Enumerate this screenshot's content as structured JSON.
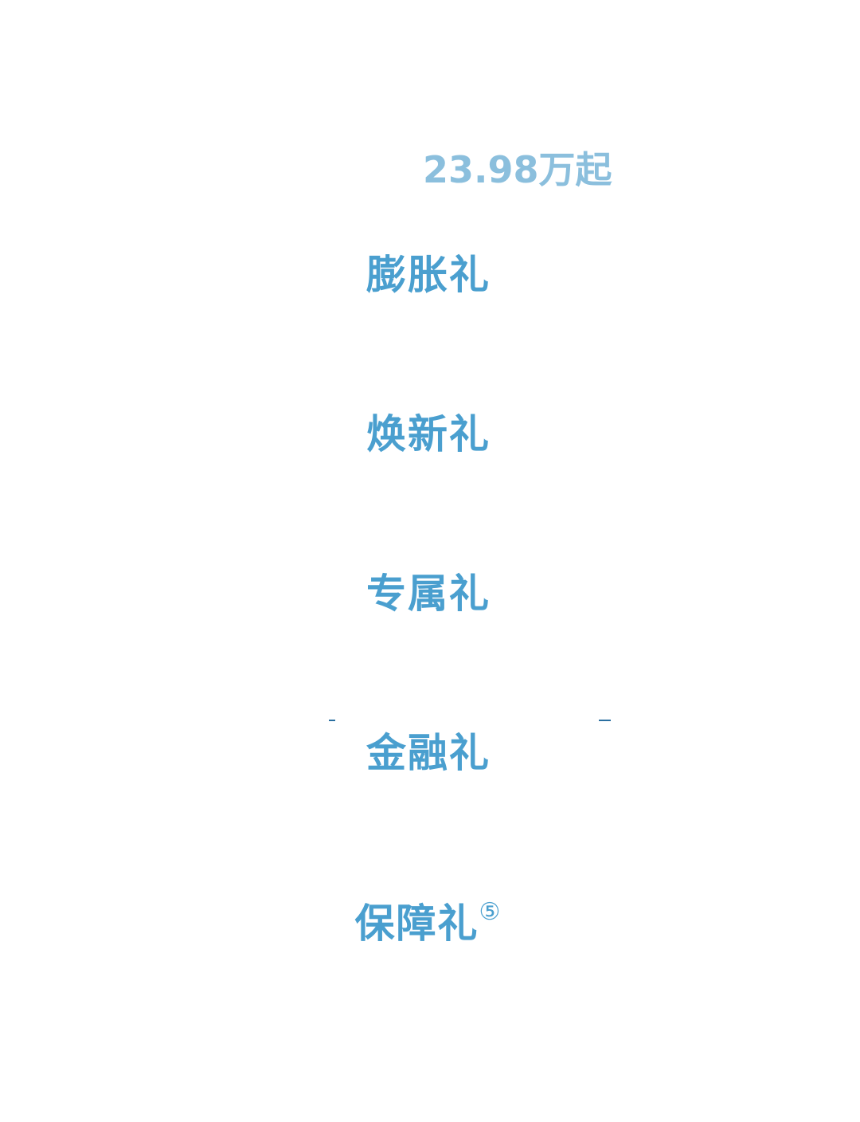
{
  "price": "23.98万起",
  "sections": [
    {
      "title": "膨胀礼"
    },
    {
      "title": "焕新礼"
    },
    {
      "title": "专属礼"
    },
    {
      "title": "金融礼"
    },
    {
      "title": "保障礼",
      "note": "⑤"
    }
  ],
  "colors": {
    "price": "#8bbfdd",
    "heading": "#4a9fcf",
    "accent": "#2a6fa0"
  }
}
